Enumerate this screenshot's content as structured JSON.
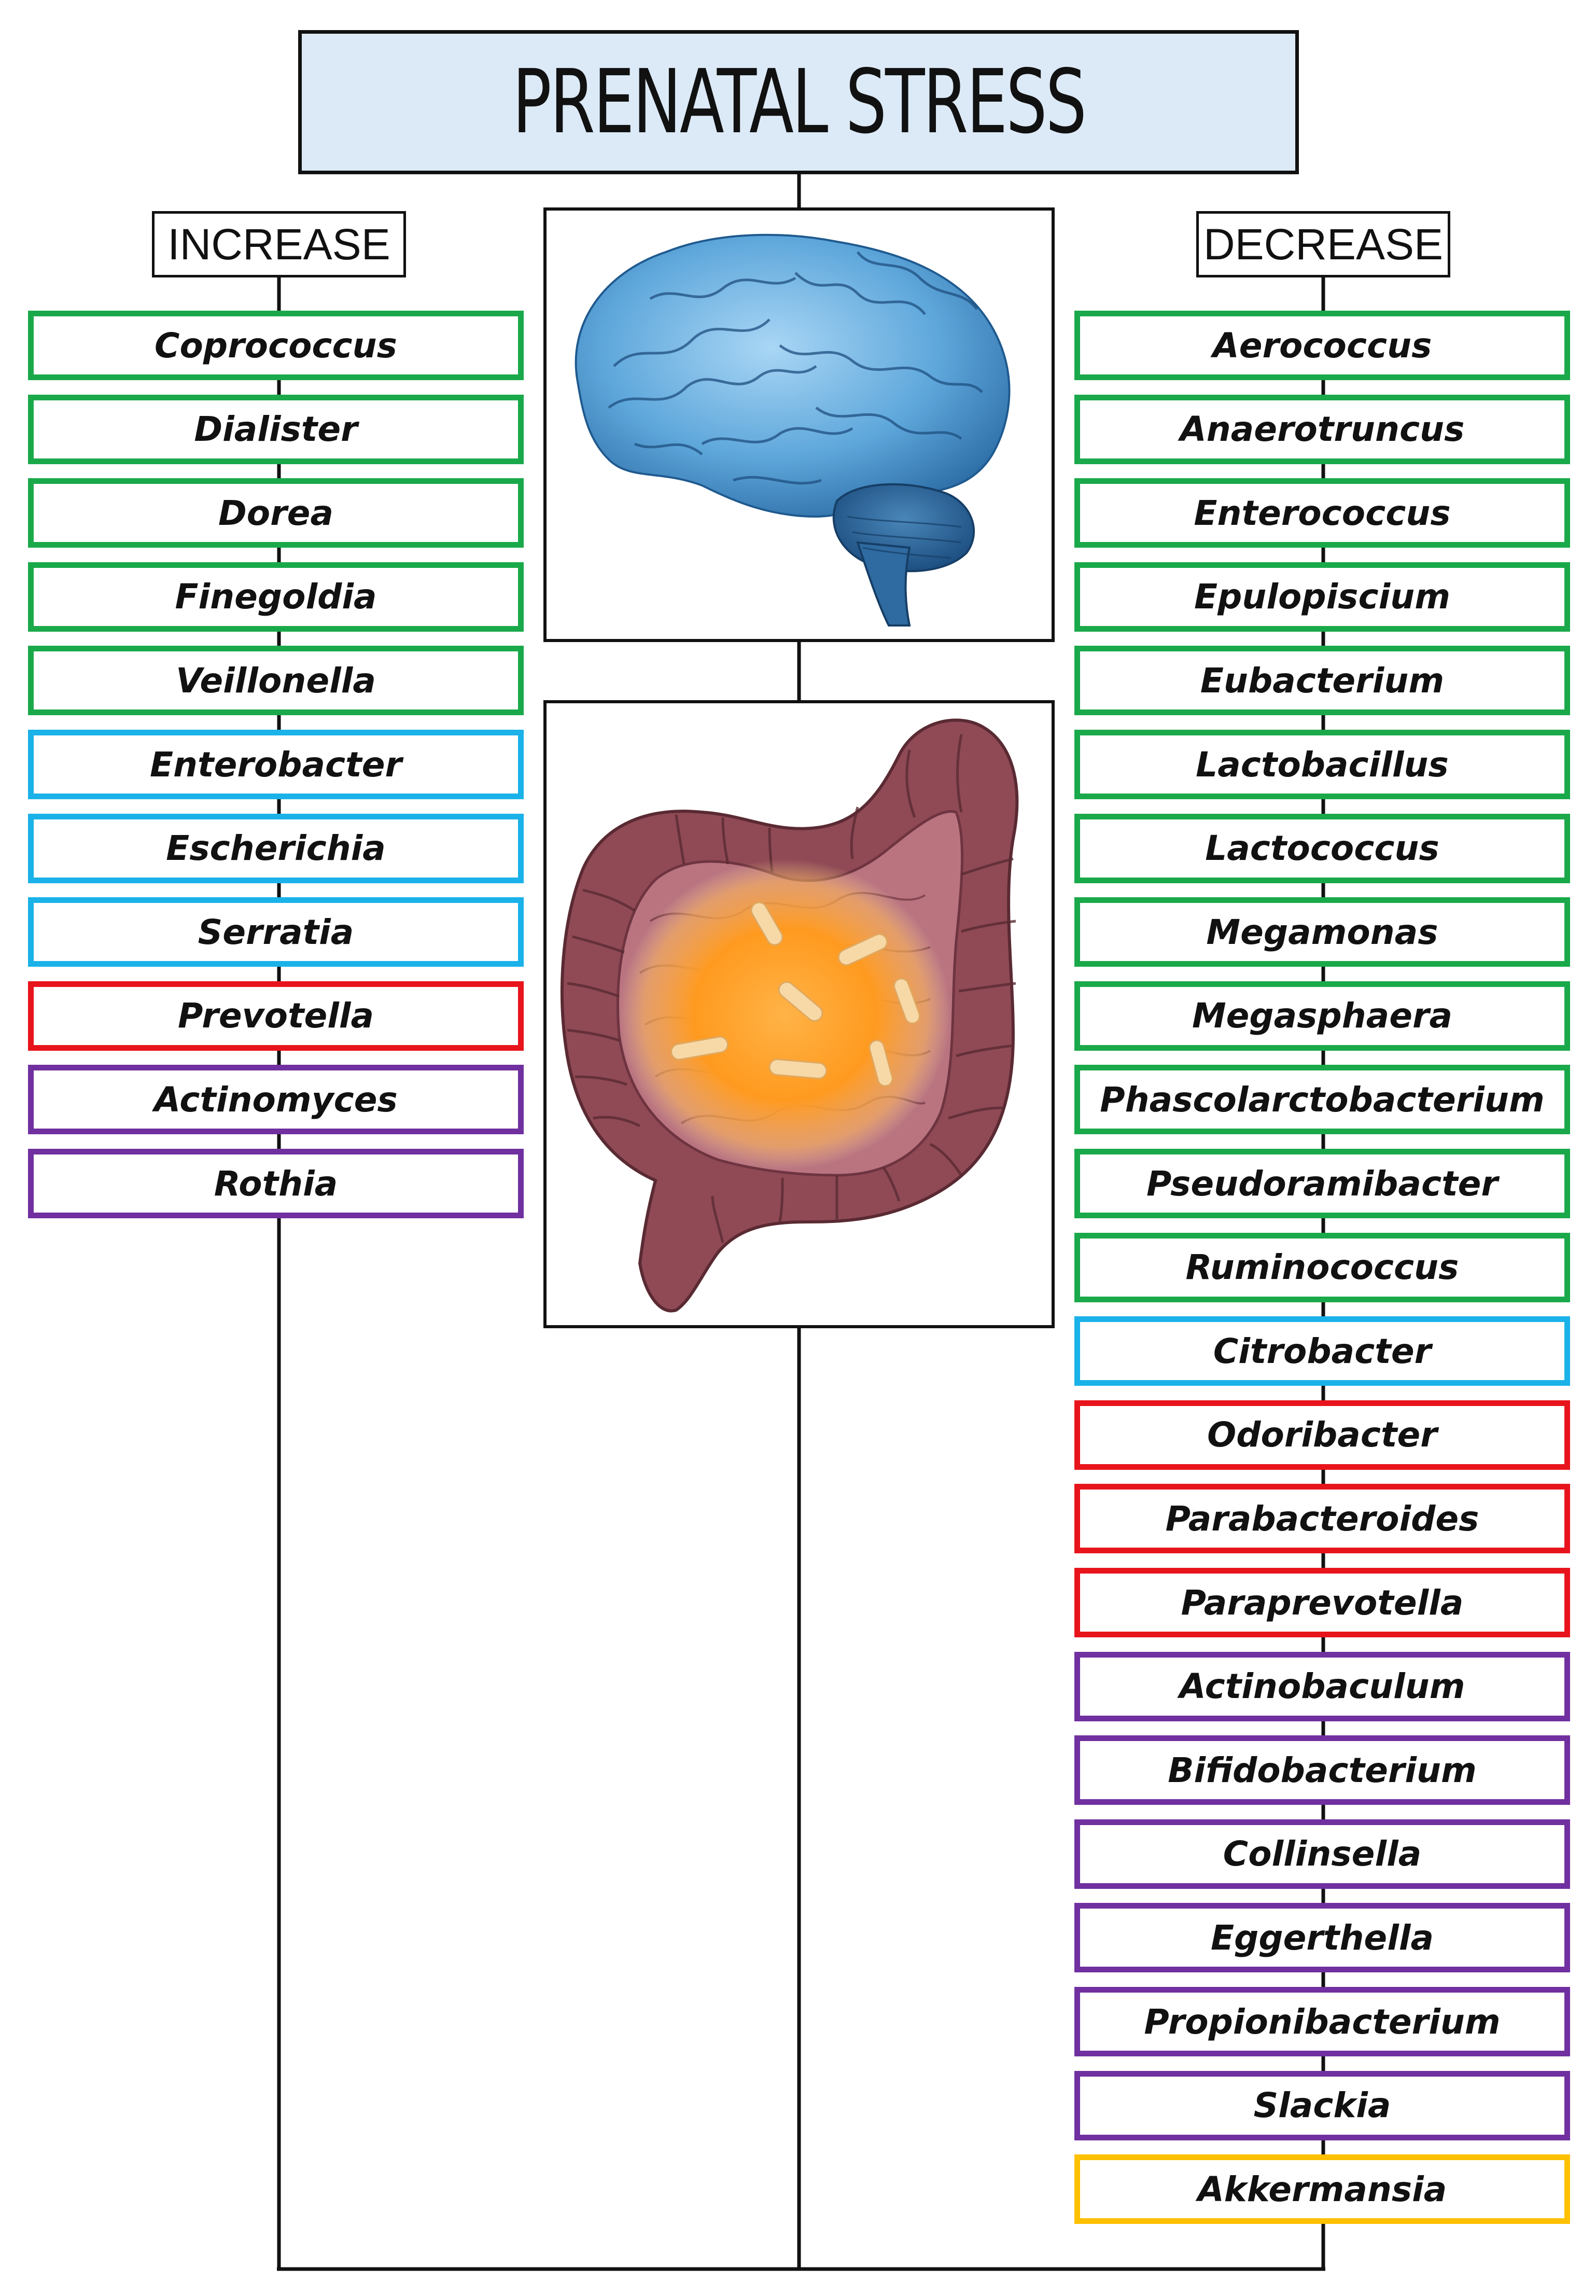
{
  "title": "PRENATAL STRESS",
  "increase_header": "INCREASE",
  "decrease_header": "DECREASE",
  "colors": {
    "green": "#1aa94a",
    "blue": "#1ab2e8",
    "red": "#e8141c",
    "purple": "#7030a0",
    "yellow": "#ffc000",
    "title_fill": "#dce9f6",
    "connector": "#111111"
  },
  "increase": [
    {
      "name": "Coprococcus",
      "color": "green"
    },
    {
      "name": "Dialister",
      "color": "green"
    },
    {
      "name": "Dorea",
      "color": "green"
    },
    {
      "name": "Finegoldia",
      "color": "green"
    },
    {
      "name": "Veillonella",
      "color": "green"
    },
    {
      "name": "Enterobacter",
      "color": "blue"
    },
    {
      "name": "Escherichia",
      "color": "blue"
    },
    {
      "name": "Serratia",
      "color": "blue"
    },
    {
      "name": "Prevotella",
      "color": "red"
    },
    {
      "name": "Actinomyces",
      "color": "purple"
    },
    {
      "name": "Rothia",
      "color": "purple"
    }
  ],
  "decrease": [
    {
      "name": "Aerococcus",
      "color": "green"
    },
    {
      "name": "Anaerotruncus",
      "color": "green"
    },
    {
      "name": "Enterococcus",
      "color": "green"
    },
    {
      "name": "Epulopiscium",
      "color": "green"
    },
    {
      "name": "Eubacterium",
      "color": "green"
    },
    {
      "name": "Lactobacillus",
      "color": "green"
    },
    {
      "name": "Lactococcus",
      "color": "green"
    },
    {
      "name": "Megamonas",
      "color": "green"
    },
    {
      "name": "Megasphaera",
      "color": "green"
    },
    {
      "name": "Phascolarctobacterium",
      "color": "green"
    },
    {
      "name": "Pseudoramibacter",
      "color": "green"
    },
    {
      "name": "Ruminococcus",
      "color": "green"
    },
    {
      "name": "Citrobacter",
      "color": "blue"
    },
    {
      "name": "Odoribacter",
      "color": "red"
    },
    {
      "name": "Parabacteroides",
      "color": "red"
    },
    {
      "name": "Paraprevotella",
      "color": "red"
    },
    {
      "name": "Actinobaculum",
      "color": "purple"
    },
    {
      "name": "Bifidobacterium",
      "color": "purple"
    },
    {
      "name": "Collinsella",
      "color": "purple"
    },
    {
      "name": "Eggerthella",
      "color": "purple"
    },
    {
      "name": "Propionibacterium",
      "color": "purple"
    },
    {
      "name": "Slackia",
      "color": "purple"
    },
    {
      "name": "Akkermansia",
      "color": "yellow"
    }
  ],
  "images": {
    "top": "brain-illustration",
    "bottom": "intestine-with-bacteria-illustration"
  }
}
